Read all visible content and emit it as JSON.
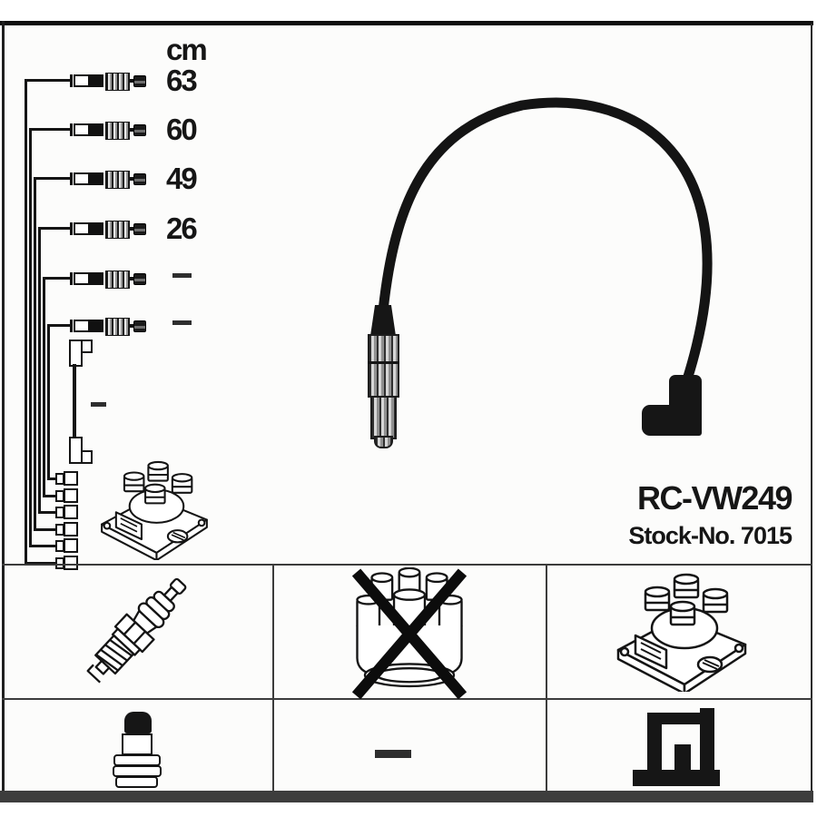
{
  "product": {
    "part_number": "RC-VW249",
    "stock_number": "Stock-No. 7015"
  },
  "length_table": {
    "unit_header": "cm",
    "cable_lengths": [
      "63",
      "60",
      "49",
      "26",
      "–",
      "–"
    ],
    "link_cable_length": "–"
  },
  "legend": {
    "not_applicable_symbol": "–",
    "items": [
      {
        "icon": "spark-plug-icon",
        "crossed": false
      },
      {
        "icon": "distributor-cap-icon",
        "crossed": true
      },
      {
        "icon": "ignition-coil-icon",
        "crossed": false
      },
      {
        "icon": "plug-connector-icon",
        "crossed": false
      },
      {
        "icon": "dash-symbol",
        "crossed": false
      },
      {
        "icon": "coil-tower-icon",
        "crossed": false
      }
    ]
  },
  "colors": {
    "ink": "#161616",
    "grid_line": "#3c3c3c",
    "footer_bar": "#3d3d3d",
    "top_rule": "#0f0f0f",
    "paper": "#fcfcfb"
  }
}
